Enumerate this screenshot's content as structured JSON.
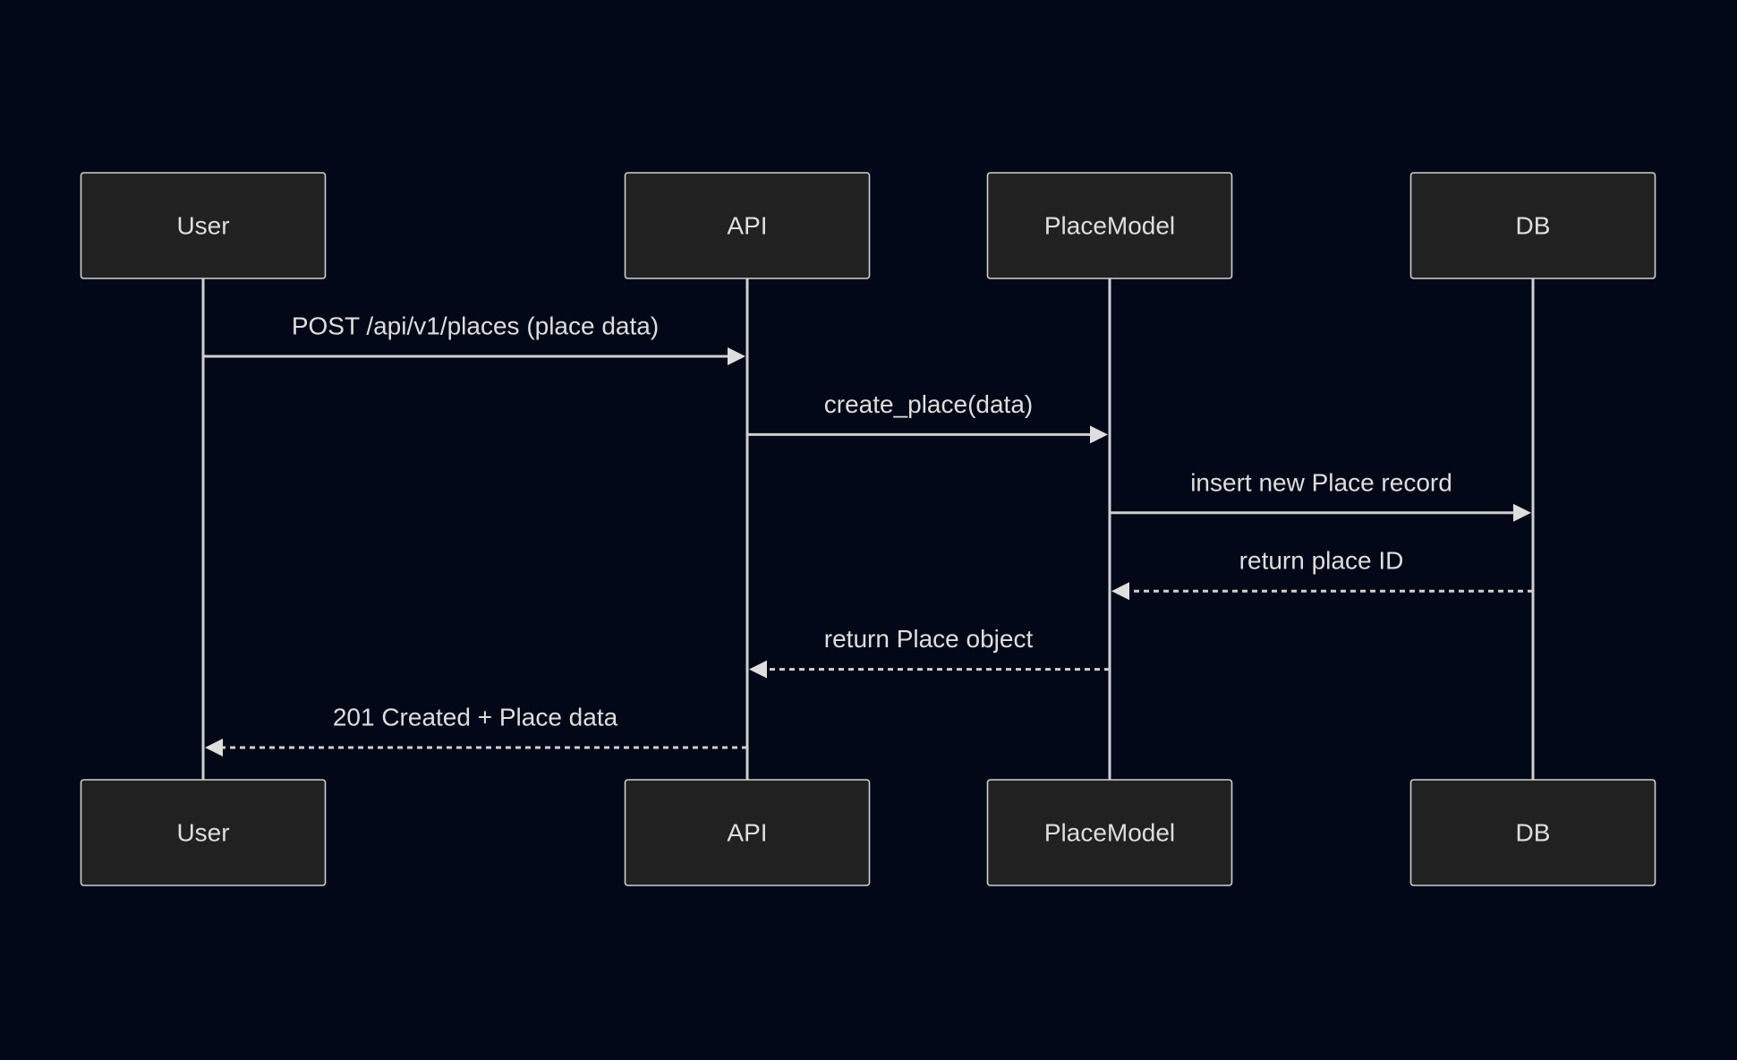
{
  "colors": {
    "background": "#020817",
    "box_fill": "#202120",
    "stroke": "#cfcfcf",
    "text": "#dedede"
  },
  "participants": [
    {
      "id": "user",
      "label": "User"
    },
    {
      "id": "api",
      "label": "API"
    },
    {
      "id": "model",
      "label": "PlaceModel"
    },
    {
      "id": "db",
      "label": "DB"
    }
  ],
  "messages": [
    {
      "from": "user",
      "to": "api",
      "label": "POST /api/v1/places (place data)",
      "style": "solid"
    },
    {
      "from": "api",
      "to": "model",
      "label": "create_place(data)",
      "style": "solid"
    },
    {
      "from": "model",
      "to": "db",
      "label": "insert new Place record",
      "style": "solid"
    },
    {
      "from": "db",
      "to": "model",
      "label": "return place ID",
      "style": "dashed"
    },
    {
      "from": "model",
      "to": "api",
      "label": "return Place object",
      "style": "dashed"
    },
    {
      "from": "api",
      "to": "user",
      "label": "201 Created + Place data",
      "style": "dashed"
    }
  ]
}
